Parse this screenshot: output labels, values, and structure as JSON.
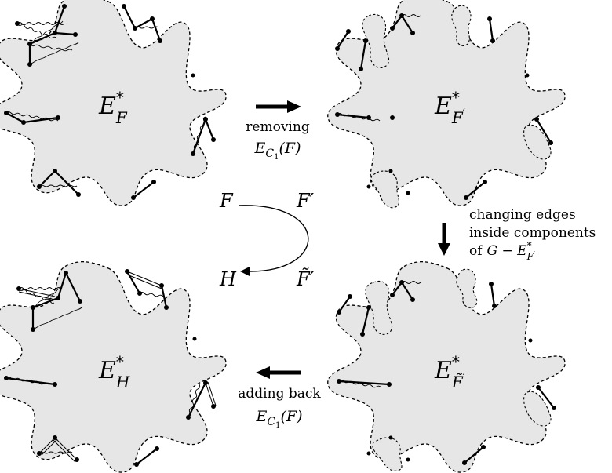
{
  "sets": {
    "top_left": {
      "base": "E",
      "sup": "*",
      "sub": "F",
      "sub_prime": ""
    },
    "top_right": {
      "base": "E",
      "sup": "*",
      "sub": "F",
      "sub_prime": "′"
    },
    "bottom_left": {
      "base": "E",
      "sup": "*",
      "sub": "H",
      "sub_prime": ""
    },
    "bottom_right": {
      "base": "E",
      "sup": "*",
      "sub": "F̃",
      "sub_prime": "′"
    }
  },
  "steps": {
    "removing": {
      "word": "removing",
      "set": "E",
      "sub": "C",
      "subsub": "1",
      "arg": "(F)"
    },
    "changing": {
      "line1": "changing edges",
      "line2": "inside components",
      "line3_prefix": "of",
      "line3_math": "G − E",
      "sup": "*",
      "sub": "F",
      "sub_prime": "′"
    },
    "adding": {
      "word": "adding back",
      "set": "E",
      "sub": "C",
      "subsub": "1",
      "arg": "(F)"
    }
  },
  "cycle": {
    "F": "F",
    "F_prime": "F′",
    "H": "H",
    "F_tilde_prime": "F̃′"
  }
}
